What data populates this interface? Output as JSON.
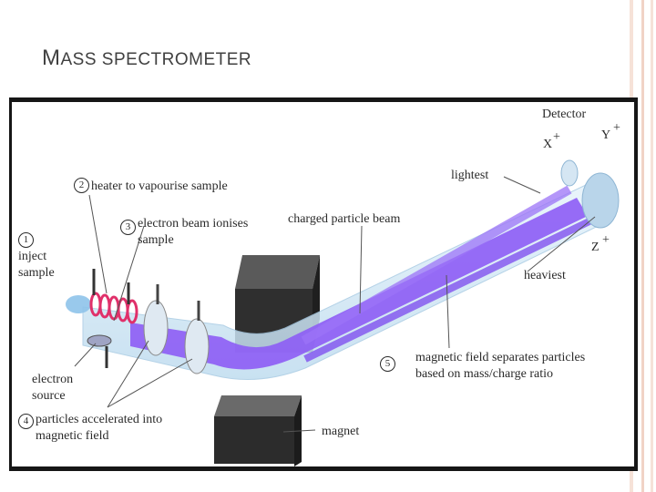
{
  "slide": {
    "title_first": "M",
    "title_rest": "ASS SPECTROMETER",
    "accent_color": "#f3d9cc"
  },
  "diagram": {
    "beam_color": "#8d5cf5",
    "tube_color": "#cfe7f7",
    "magnet_color": "#3c3c3c",
    "heater_color": "#e0306a",
    "steps": [
      {
        "number": "1",
        "lines": [
          "inject",
          "sample"
        ]
      },
      {
        "number": "2",
        "text": "heater to vapourise sample"
      },
      {
        "number": "3",
        "lines": [
          "electron beam ionises",
          "sample"
        ]
      },
      {
        "number": "4",
        "lines": [
          "particles accelerated into",
          "magnetic field"
        ]
      },
      {
        "number": "5",
        "lines": [
          "magnetic field separates particles",
          "based on mass/charge ratio"
        ]
      }
    ],
    "labels": {
      "electron_source": [
        "electron",
        "source"
      ],
      "charged_particle_beam": "charged particle beam",
      "magnet": "magnet",
      "detector": "Detector",
      "lightest": "lightest",
      "heaviest": "heaviest",
      "x": "X",
      "y": "Y",
      "z": "Z",
      "plus": "+"
    }
  }
}
